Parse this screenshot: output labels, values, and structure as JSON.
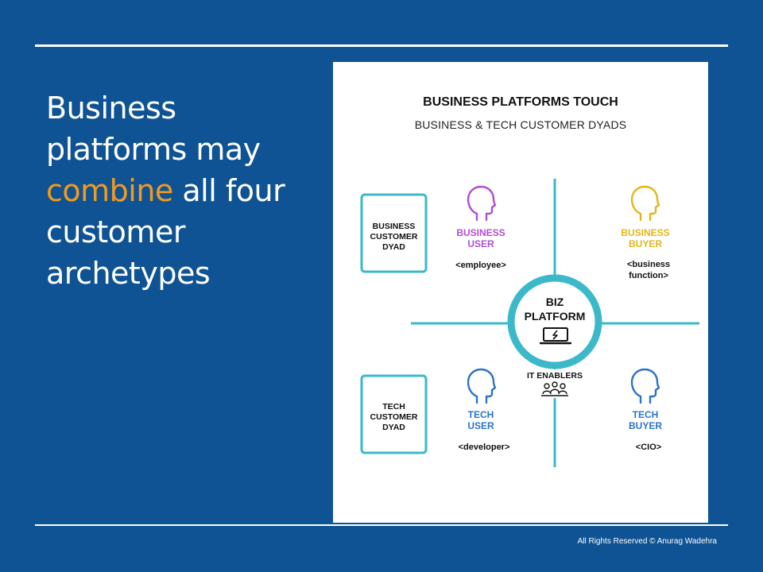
{
  "slide": {
    "headline_before": "Business platforms may ",
    "headline_highlight": "combine",
    "headline_after": " all four customer archetypes",
    "footer": "All Rights Reserved © Anurag Wadehra"
  },
  "colors": {
    "background": "#0f5394",
    "highlight": "#f29a1f",
    "teal": "#3bb9c9",
    "purple": "#b04fd1",
    "yellow": "#e2b61b",
    "blue": "#2a74c8"
  },
  "figure": {
    "title": "BUSINESS PLATFORMS TOUCH",
    "subtitle": "BUSINESS & TECH CUSTOMER DYADS",
    "business_dyad": [
      "BUSINESS",
      "CUSTOMER",
      "DYAD"
    ],
    "tech_dyad": [
      "TECH",
      "CUSTOMER",
      "DYAD"
    ],
    "business_user": {
      "line1": "BUSINESS",
      "line2": "USER",
      "tag": "<employee>",
      "icon": "head-icon"
    },
    "business_buyer": {
      "line1": "BUSINESS",
      "line2": "BUYER",
      "tag1": "<business",
      "tag2": "function>",
      "icon": "head-icon"
    },
    "tech_user": {
      "line1": "TECH",
      "line2": "USER",
      "tag": "<developer>",
      "icon": "head-icon"
    },
    "tech_buyer": {
      "line1": "TECH",
      "line2": "BUYER",
      "tag": "<CIO>",
      "icon": "head-icon"
    },
    "center": {
      "line1": "BIZ",
      "line2": "PLATFORM",
      "icon": "laptop-icon"
    },
    "it_enablers": {
      "label": "IT ENABLERS",
      "icon": "team-icon"
    }
  }
}
